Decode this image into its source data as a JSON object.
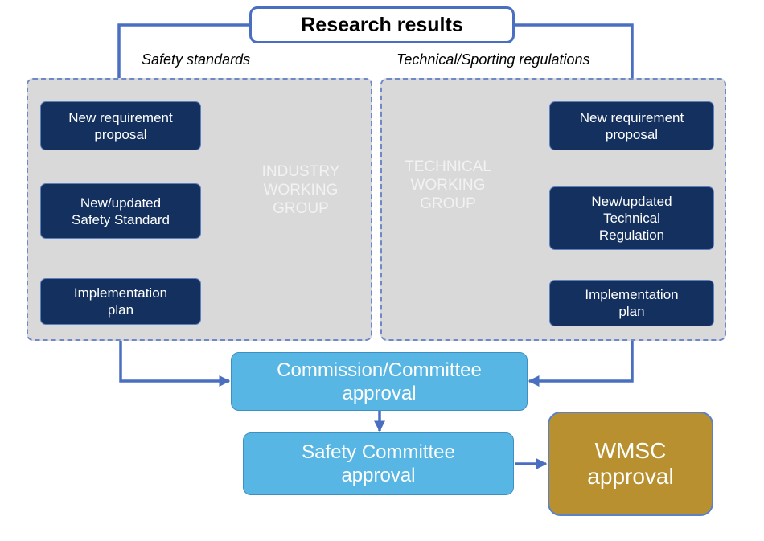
{
  "top": {
    "label": "Research results"
  },
  "labels": {
    "left_stream": "Safety standards",
    "right_stream": "Technical/Sporting regulations"
  },
  "industry_group": {
    "label": "INDUSTRY\nWORKING\nGROUP",
    "steps": [
      "New requirement\nproposal",
      "New/updated\nSafety Standard",
      "Implementation\nplan"
    ]
  },
  "technical_group": {
    "label": "TECHNICAL\nWORKING\nGROUP",
    "steps": [
      "New requirement\nproposal",
      "New/updated\nTechnical\nRegulation",
      "Implementation\nplan"
    ]
  },
  "approvals": {
    "commission": "Commission/Committee\napproval",
    "safety": "Safety Committee\napproval",
    "wmsc": "WMSC\napproval"
  },
  "colors": {
    "connector": "#4a6fc1",
    "group_fill": "#d9d9d9",
    "step_fill": "#13305e",
    "approval_fill": "#58b6e5",
    "wmsc_fill": "#b8902f"
  }
}
